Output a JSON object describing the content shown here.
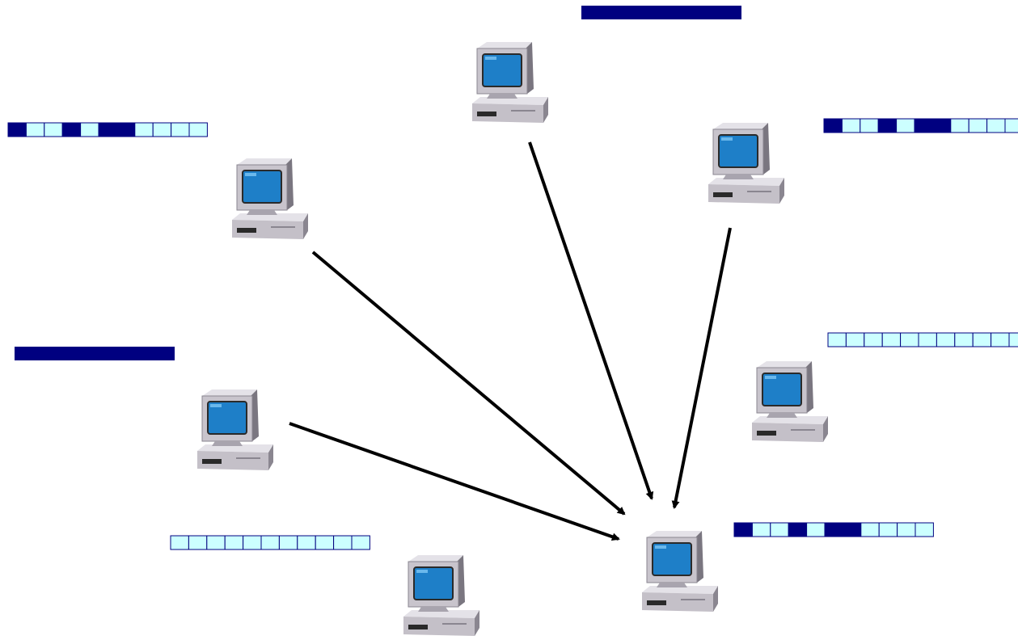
{
  "colors": {
    "background": "#ffffff",
    "bit_set": "#000080",
    "bit_clear": "#ccffff",
    "bit_border": "#000080",
    "arrow": "#000000",
    "monitor_case": "#c4c0c8",
    "monitor_screen": "#1e7fc8",
    "cpu_case": "#c4c0c8",
    "shadow": "#6e6a72"
  },
  "nodes": [
    {
      "name": "computer-top-center",
      "icon": "desktop-computer-icon",
      "vector": [
        1,
        1,
        1,
        1,
        1,
        1,
        1,
        1,
        1
      ],
      "vector_name": "bit-vector-top-center"
    },
    {
      "name": "computer-upper-left",
      "icon": "desktop-computer-icon",
      "vector": [
        1,
        0,
        0,
        1,
        0,
        1,
        1,
        0,
        0,
        0,
        0
      ],
      "vector_name": "bit-vector-upper-left"
    },
    {
      "name": "computer-upper-right",
      "icon": "desktop-computer-icon",
      "vector": [
        1,
        0,
        0,
        1,
        0,
        1,
        1,
        0,
        0,
        0,
        0
      ],
      "vector_name": "bit-vector-upper-right"
    },
    {
      "name": "computer-middle-left",
      "icon": "desktop-computer-icon",
      "vector": [
        1,
        1,
        1,
        1,
        1,
        1,
        1,
        1,
        1
      ],
      "vector_name": "bit-vector-middle-left"
    },
    {
      "name": "computer-middle-right",
      "icon": "desktop-computer-icon",
      "vector": [
        0,
        0,
        0,
        0,
        0,
        0,
        0,
        0,
        0,
        0,
        0
      ],
      "vector_name": "bit-vector-middle-right"
    },
    {
      "name": "computer-bottom-left",
      "icon": "desktop-computer-icon",
      "vector": [
        0,
        0,
        0,
        0,
        0,
        0,
        0,
        0,
        0,
        0,
        0
      ],
      "vector_name": "bit-vector-bottom-left"
    },
    {
      "name": "computer-receiver",
      "icon": "desktop-computer-icon",
      "vector": [
        1,
        0,
        0,
        1,
        0,
        1,
        1,
        0,
        0,
        0,
        0
      ],
      "vector_name": "bit-vector-receiver"
    }
  ],
  "edges": [
    {
      "from": "computer-upper-left",
      "to": "computer-receiver"
    },
    {
      "from": "computer-top-center",
      "to": "computer-receiver"
    },
    {
      "from": "computer-upper-right",
      "to": "computer-receiver"
    },
    {
      "from": "computer-middle-left",
      "to": "computer-receiver"
    }
  ]
}
